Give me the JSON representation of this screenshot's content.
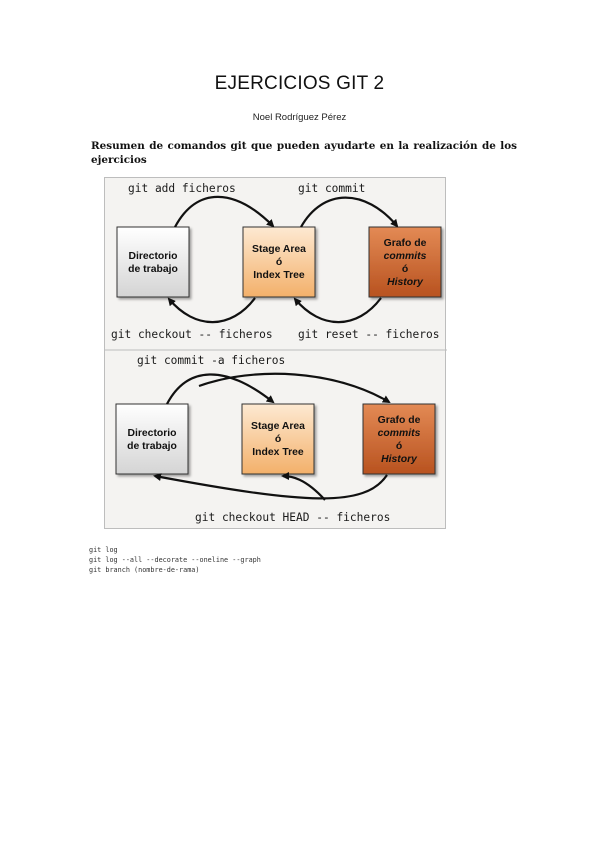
{
  "document": {
    "title": "EJERCICIOS GIT 2",
    "author": "Noel Rodríguez Pérez",
    "intro": "Resumen de comandos git que pueden ayudarte en la realización de los ejercicios"
  },
  "diagram": {
    "top": {
      "cmd_add": "git add ficheros",
      "cmd_commit": "git commit",
      "cmd_checkout": "git checkout -- ficheros",
      "cmd_reset": "git reset -- ficheros"
    },
    "bottom": {
      "cmd_commit_a": "git commit -a ficheros",
      "cmd_checkout_head": "git checkout HEAD -- ficheros"
    },
    "boxes": {
      "dir_line1": "Directorio",
      "dir_line2": "de trabajo",
      "stage_line1": "Stage Area",
      "stage_line2": "ó",
      "stage_line3": "Index Tree",
      "graph_line1": "Grafo de",
      "graph_line2": "commits",
      "graph_line3": "ó",
      "graph_line4": "History"
    },
    "colors": {
      "background": "#f4f3f1",
      "dir_fill": "#e6e6e6",
      "stage_fill": "#f6c58f",
      "graph_fill": "#c9622f"
    }
  },
  "code_lines": [
    "git log",
    "git log --all --decorate --oneline --graph",
    "git branch (nombre-de-rama)"
  ]
}
